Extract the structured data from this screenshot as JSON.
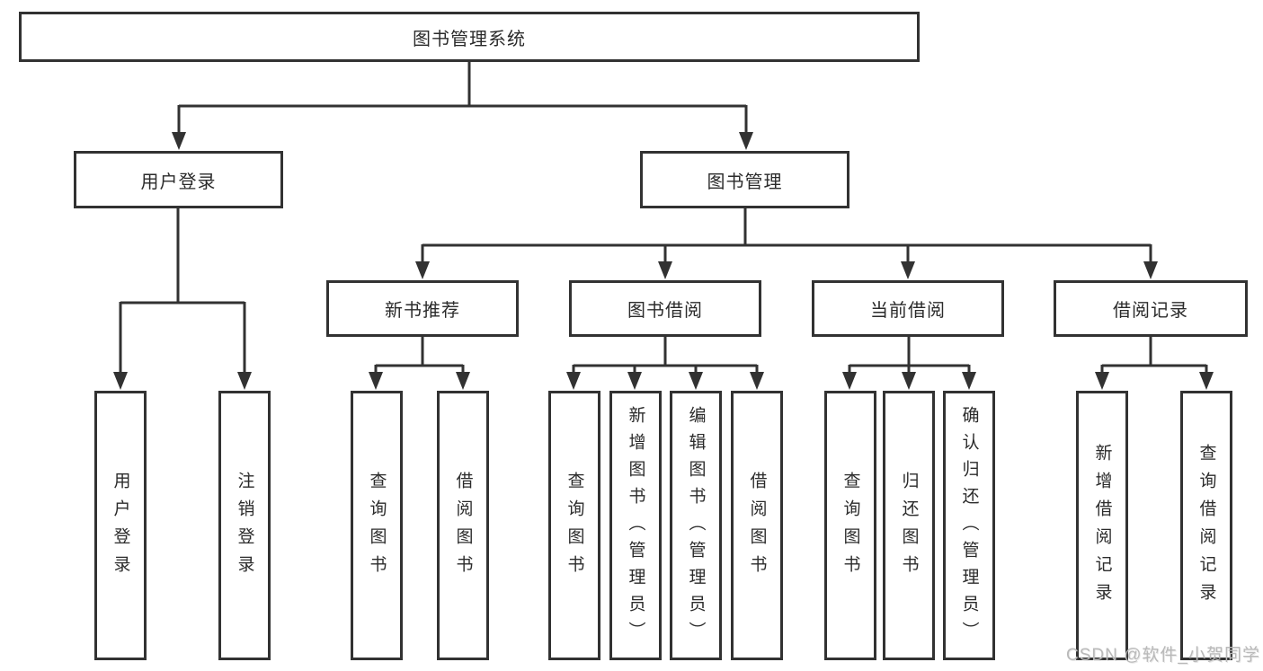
{
  "diagram": {
    "type": "functional-structure-chart",
    "nodes": {
      "root": "图书管理系统",
      "user_login": "用户登录",
      "book_mgmt": "图书管理",
      "new_book_rec": "新书推荐",
      "book_borrow": "图书借阅",
      "current_borrow": "当前借阅",
      "borrow_records": "借阅记录",
      "ul_login": "用户登录",
      "ul_logout": "注销登录",
      "nbr_query": "查询图书",
      "nbr_borrow": "借阅图书",
      "bb_query": "查询图书",
      "bb_add": "新增图书（管理员）",
      "bb_edit": "编辑图书（管理员）",
      "bb_borrow": "借阅图书",
      "cb_query": "查询图书",
      "cb_return": "归还图书",
      "cb_confirm": "确认归还（管理员）",
      "br_add": "新增借阅记录",
      "br_query": "查询借阅记录"
    },
    "edges": [
      [
        "root",
        "user_login"
      ],
      [
        "root",
        "book_mgmt"
      ],
      [
        "user_login",
        "ul_login"
      ],
      [
        "user_login",
        "ul_logout"
      ],
      [
        "book_mgmt",
        "new_book_rec"
      ],
      [
        "book_mgmt",
        "book_borrow"
      ],
      [
        "book_mgmt",
        "current_borrow"
      ],
      [
        "book_mgmt",
        "borrow_records"
      ],
      [
        "new_book_rec",
        "nbr_query"
      ],
      [
        "new_book_rec",
        "nbr_borrow"
      ],
      [
        "book_borrow",
        "bb_query"
      ],
      [
        "book_borrow",
        "bb_add"
      ],
      [
        "book_borrow",
        "bb_edit"
      ],
      [
        "book_borrow",
        "bb_borrow"
      ],
      [
        "current_borrow",
        "cb_query"
      ],
      [
        "current_borrow",
        "cb_return"
      ],
      [
        "current_borrow",
        "cb_confirm"
      ],
      [
        "borrow_records",
        "br_add"
      ],
      [
        "borrow_records",
        "br_query"
      ]
    ],
    "colors": {
      "line": "#323232",
      "text": "#2b2b2b",
      "box_background": "#ffffff",
      "page_background": "#ffffff",
      "watermark": "#b9b9b9"
    }
  },
  "watermark": "CSDN @软件_小贺同学"
}
